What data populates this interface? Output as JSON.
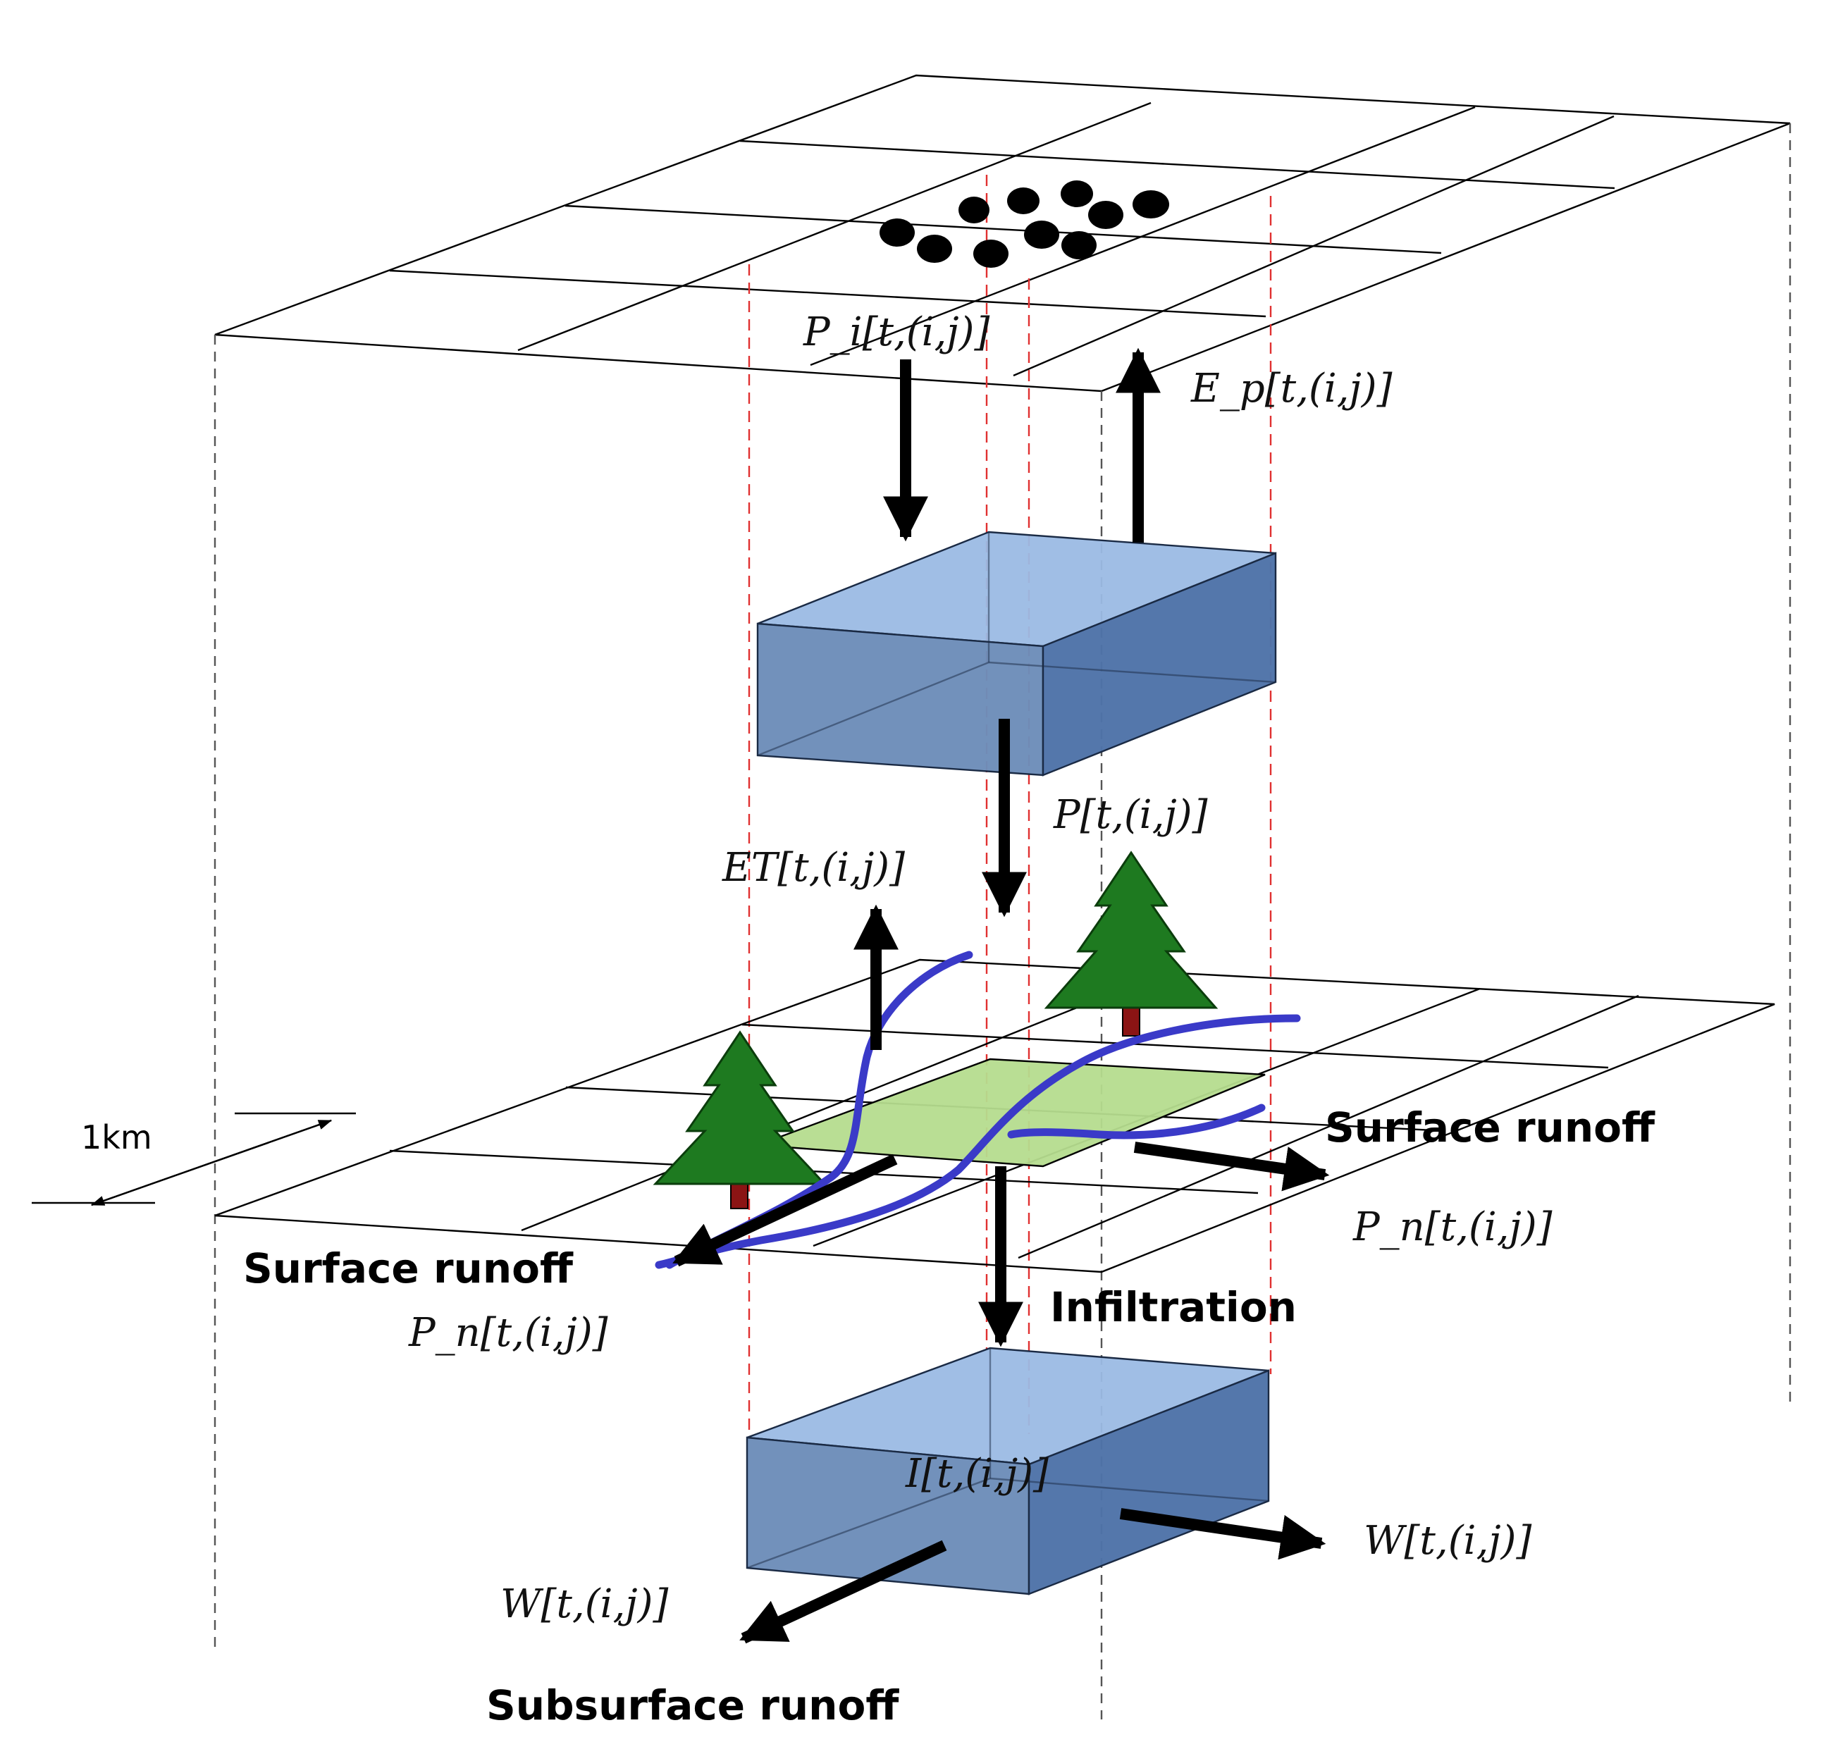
{
  "labels": {
    "p_i": "P_i[t,(i,j)]",
    "e_p": "E_p[t,(i,j)]",
    "p": "P[t,(i,j)]",
    "et": "ET[t,(i,j)]",
    "surface_runoff_right": "Surface runoff",
    "surface_runoff_left": "Surface runoff",
    "p_n_right": "P_n[t,(i,j)]",
    "p_n_left": "P_n[t,(i,j)]",
    "infiltration": "Infiltration",
    "i_flux": "I[t,(i,j)]",
    "w_right": "W[t,(i,j)]",
    "w_left": "W[t,(i,j)]",
    "subsurface_runoff": "Subsurface runoff",
    "scale": "1km"
  },
  "colors": {
    "box_top": "#9bbbe4",
    "box_front": "#6d8db9",
    "box_side": "#4e73a8",
    "cell_green": "#b5dc8e",
    "tree_green": "#1e7a20",
    "trunk": "#8b1414",
    "river": "#3a3ac8",
    "guide_red": "#e03030"
  }
}
